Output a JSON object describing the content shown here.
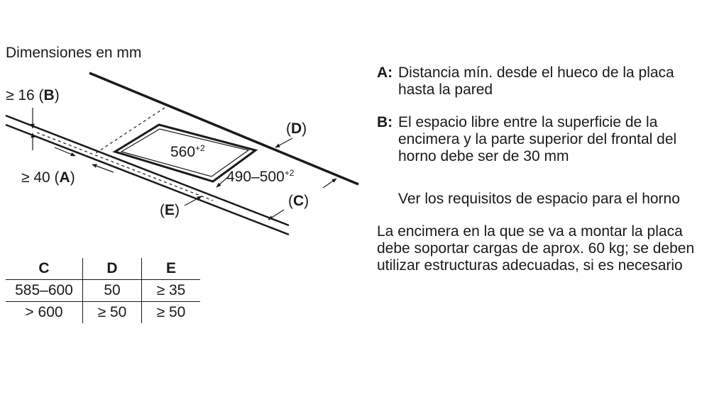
{
  "diagram": {
    "title": "Dimensiones en mm",
    "label_b": {
      "prefix": "≥ 16 (",
      "letter": "B",
      "suffix": ")"
    },
    "label_a": {
      "prefix": "≥ 40 (",
      "letter": "A",
      "suffix": ")"
    },
    "label_e": {
      "prefix": "(",
      "letter": "E",
      "suffix": ")"
    },
    "label_d": {
      "prefix": "(",
      "letter": "D",
      "suffix": ")"
    },
    "label_c": {
      "prefix": "(",
      "letter": "C",
      "suffix": ")"
    },
    "cutout_width": {
      "value": "560",
      "tolerance": "+2"
    },
    "cutout_depth": {
      "value": "490–500",
      "tolerance": "+2"
    }
  },
  "notes": [
    {
      "key": "A:",
      "text": "Distancia mín. desde el hueco de la placa hasta la pared"
    },
    {
      "key": "B:",
      "text": "El espacio libre entre la superficie de la encimera y la parte superior del frontal del horno debe ser de 30 mm"
    },
    {
      "text": "Ver los requisitos de espacio para el horno"
    },
    {
      "text": "La encimera en la que se va a montar la placa debe soportar cargas de aprox. 60 kg; se deben utilizar estructuras adecuadas, si es necesario"
    }
  ],
  "table": {
    "headers": [
      "C",
      "D",
      "E"
    ],
    "rows": [
      [
        "585–600",
        "50",
        "≥ 35"
      ],
      [
        "> 600",
        "≥ 50",
        "≥ 50"
      ]
    ]
  }
}
